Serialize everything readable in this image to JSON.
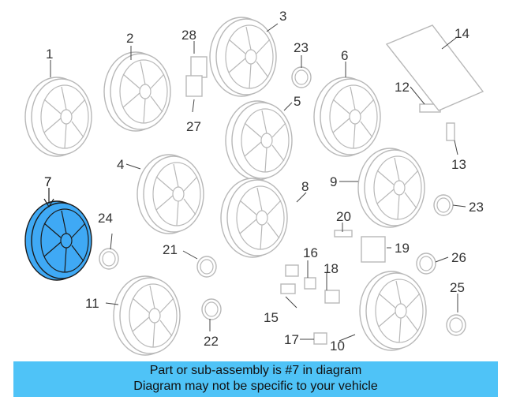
{
  "diagram": {
    "callouts": [
      "1",
      "2",
      "3",
      "4",
      "5",
      "6",
      "7",
      "8",
      "9",
      "10",
      "11",
      "12",
      "13",
      "14",
      "15",
      "16",
      "17",
      "18",
      "19",
      "20",
      "21",
      "22",
      "23",
      "23",
      "24",
      "25",
      "26",
      "27",
      "28"
    ]
  },
  "banner": {
    "line1": "Part or sub-assembly is #7 in diagram",
    "line2": "Diagram may not be specific to your vehicle"
  },
  "colors": {
    "highlight": "#3fa9f5",
    "banner": "#4fc3f7",
    "outline": "#b8b8b8"
  }
}
